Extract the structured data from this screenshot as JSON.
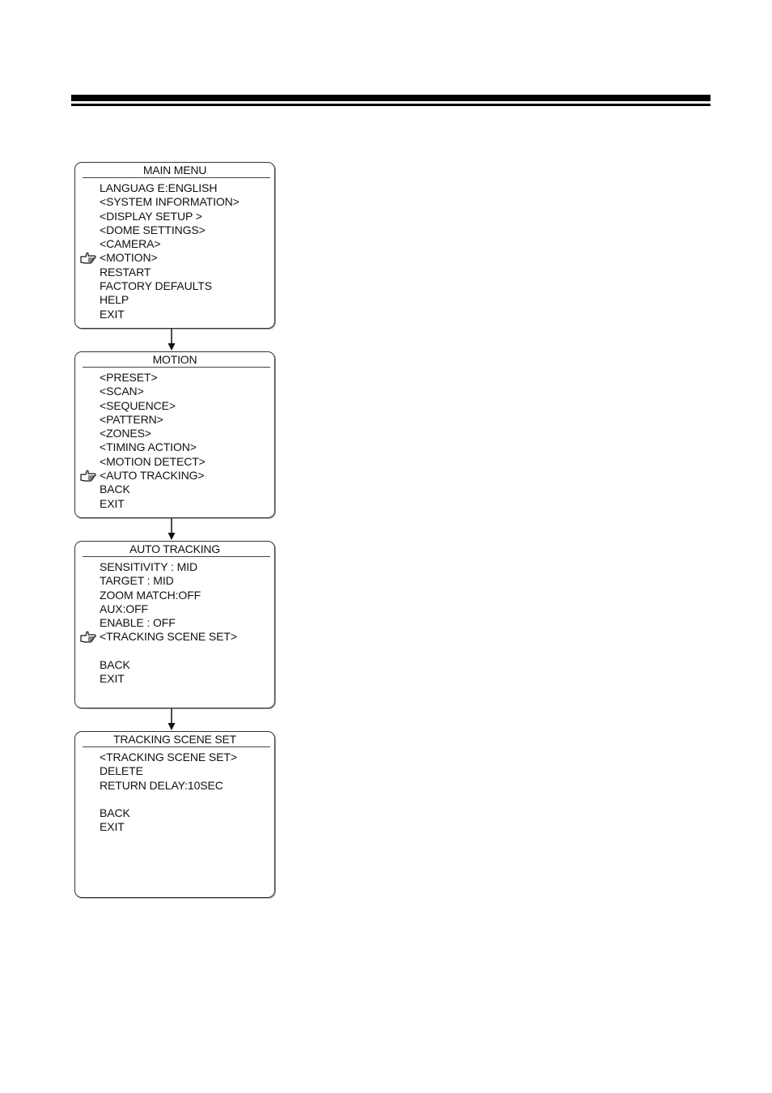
{
  "panels": [
    {
      "title": "MAIN MENU",
      "items": [
        {
          "label": "LANGUAG E:ENGLISH",
          "selected": false
        },
        {
          "label": "<SYSTEM INFORMATION>",
          "selected": false
        },
        {
          "label": "<DISPLAY SETUP >",
          "selected": false
        },
        {
          "label": "<DOME SETTINGS>",
          "selected": false
        },
        {
          "label": "<CAMERA>",
          "selected": false
        },
        {
          "label": "<MOTION>",
          "selected": true
        },
        {
          "label": "RESTART",
          "selected": false
        },
        {
          "label": "FACTORY DEFAULTS",
          "selected": false
        },
        {
          "label": "HELP",
          "selected": false
        },
        {
          "label": "EXIT",
          "selected": false
        }
      ]
    },
    {
      "title": "MOTION",
      "items": [
        {
          "label": "<PRESET>",
          "selected": false
        },
        {
          "label": "<SCAN>",
          "selected": false
        },
        {
          "label": "<SEQUENCE>",
          "selected": false
        },
        {
          "label": "<PATTERN>",
          "selected": false
        },
        {
          "label": "<ZONES>",
          "selected": false
        },
        {
          "label": "<TIMING ACTION>",
          "selected": false
        },
        {
          "label": "<MOTION DETECT>",
          "selected": false
        },
        {
          "label": "<AUTO TRACKING>",
          "selected": true
        },
        {
          "label": "BACK",
          "selected": false
        },
        {
          "label": "EXIT",
          "selected": false
        }
      ]
    },
    {
      "title": "AUTO TRACKING",
      "items": [
        {
          "label": "SENSITIVITY : MID",
          "selected": false
        },
        {
          "label": "TARGET : MID",
          "selected": false
        },
        {
          "label": "ZOOM MATCH:OFF",
          "selected": false
        },
        {
          "label": "AUX:OFF",
          "selected": false
        },
        {
          "label": "ENABLE : OFF",
          "selected": false
        },
        {
          "label": "<TRACKING SCENE SET>",
          "selected": true
        },
        {
          "label": "",
          "selected": false
        },
        {
          "label": "BACK",
          "selected": false
        },
        {
          "label": "EXIT",
          "selected": false
        }
      ]
    },
    {
      "title": "TRACKING SCENE SET",
      "items": [
        {
          "label": "<TRACKING SCENE SET>",
          "selected": false
        },
        {
          "label": "DELETE",
          "selected": false
        },
        {
          "label": "RETURN DELAY:10SEC",
          "selected": false
        },
        {
          "label": "",
          "selected": false
        },
        {
          "label": "BACK",
          "selected": false
        },
        {
          "label": "EXIT",
          "selected": false
        }
      ]
    }
  ]
}
